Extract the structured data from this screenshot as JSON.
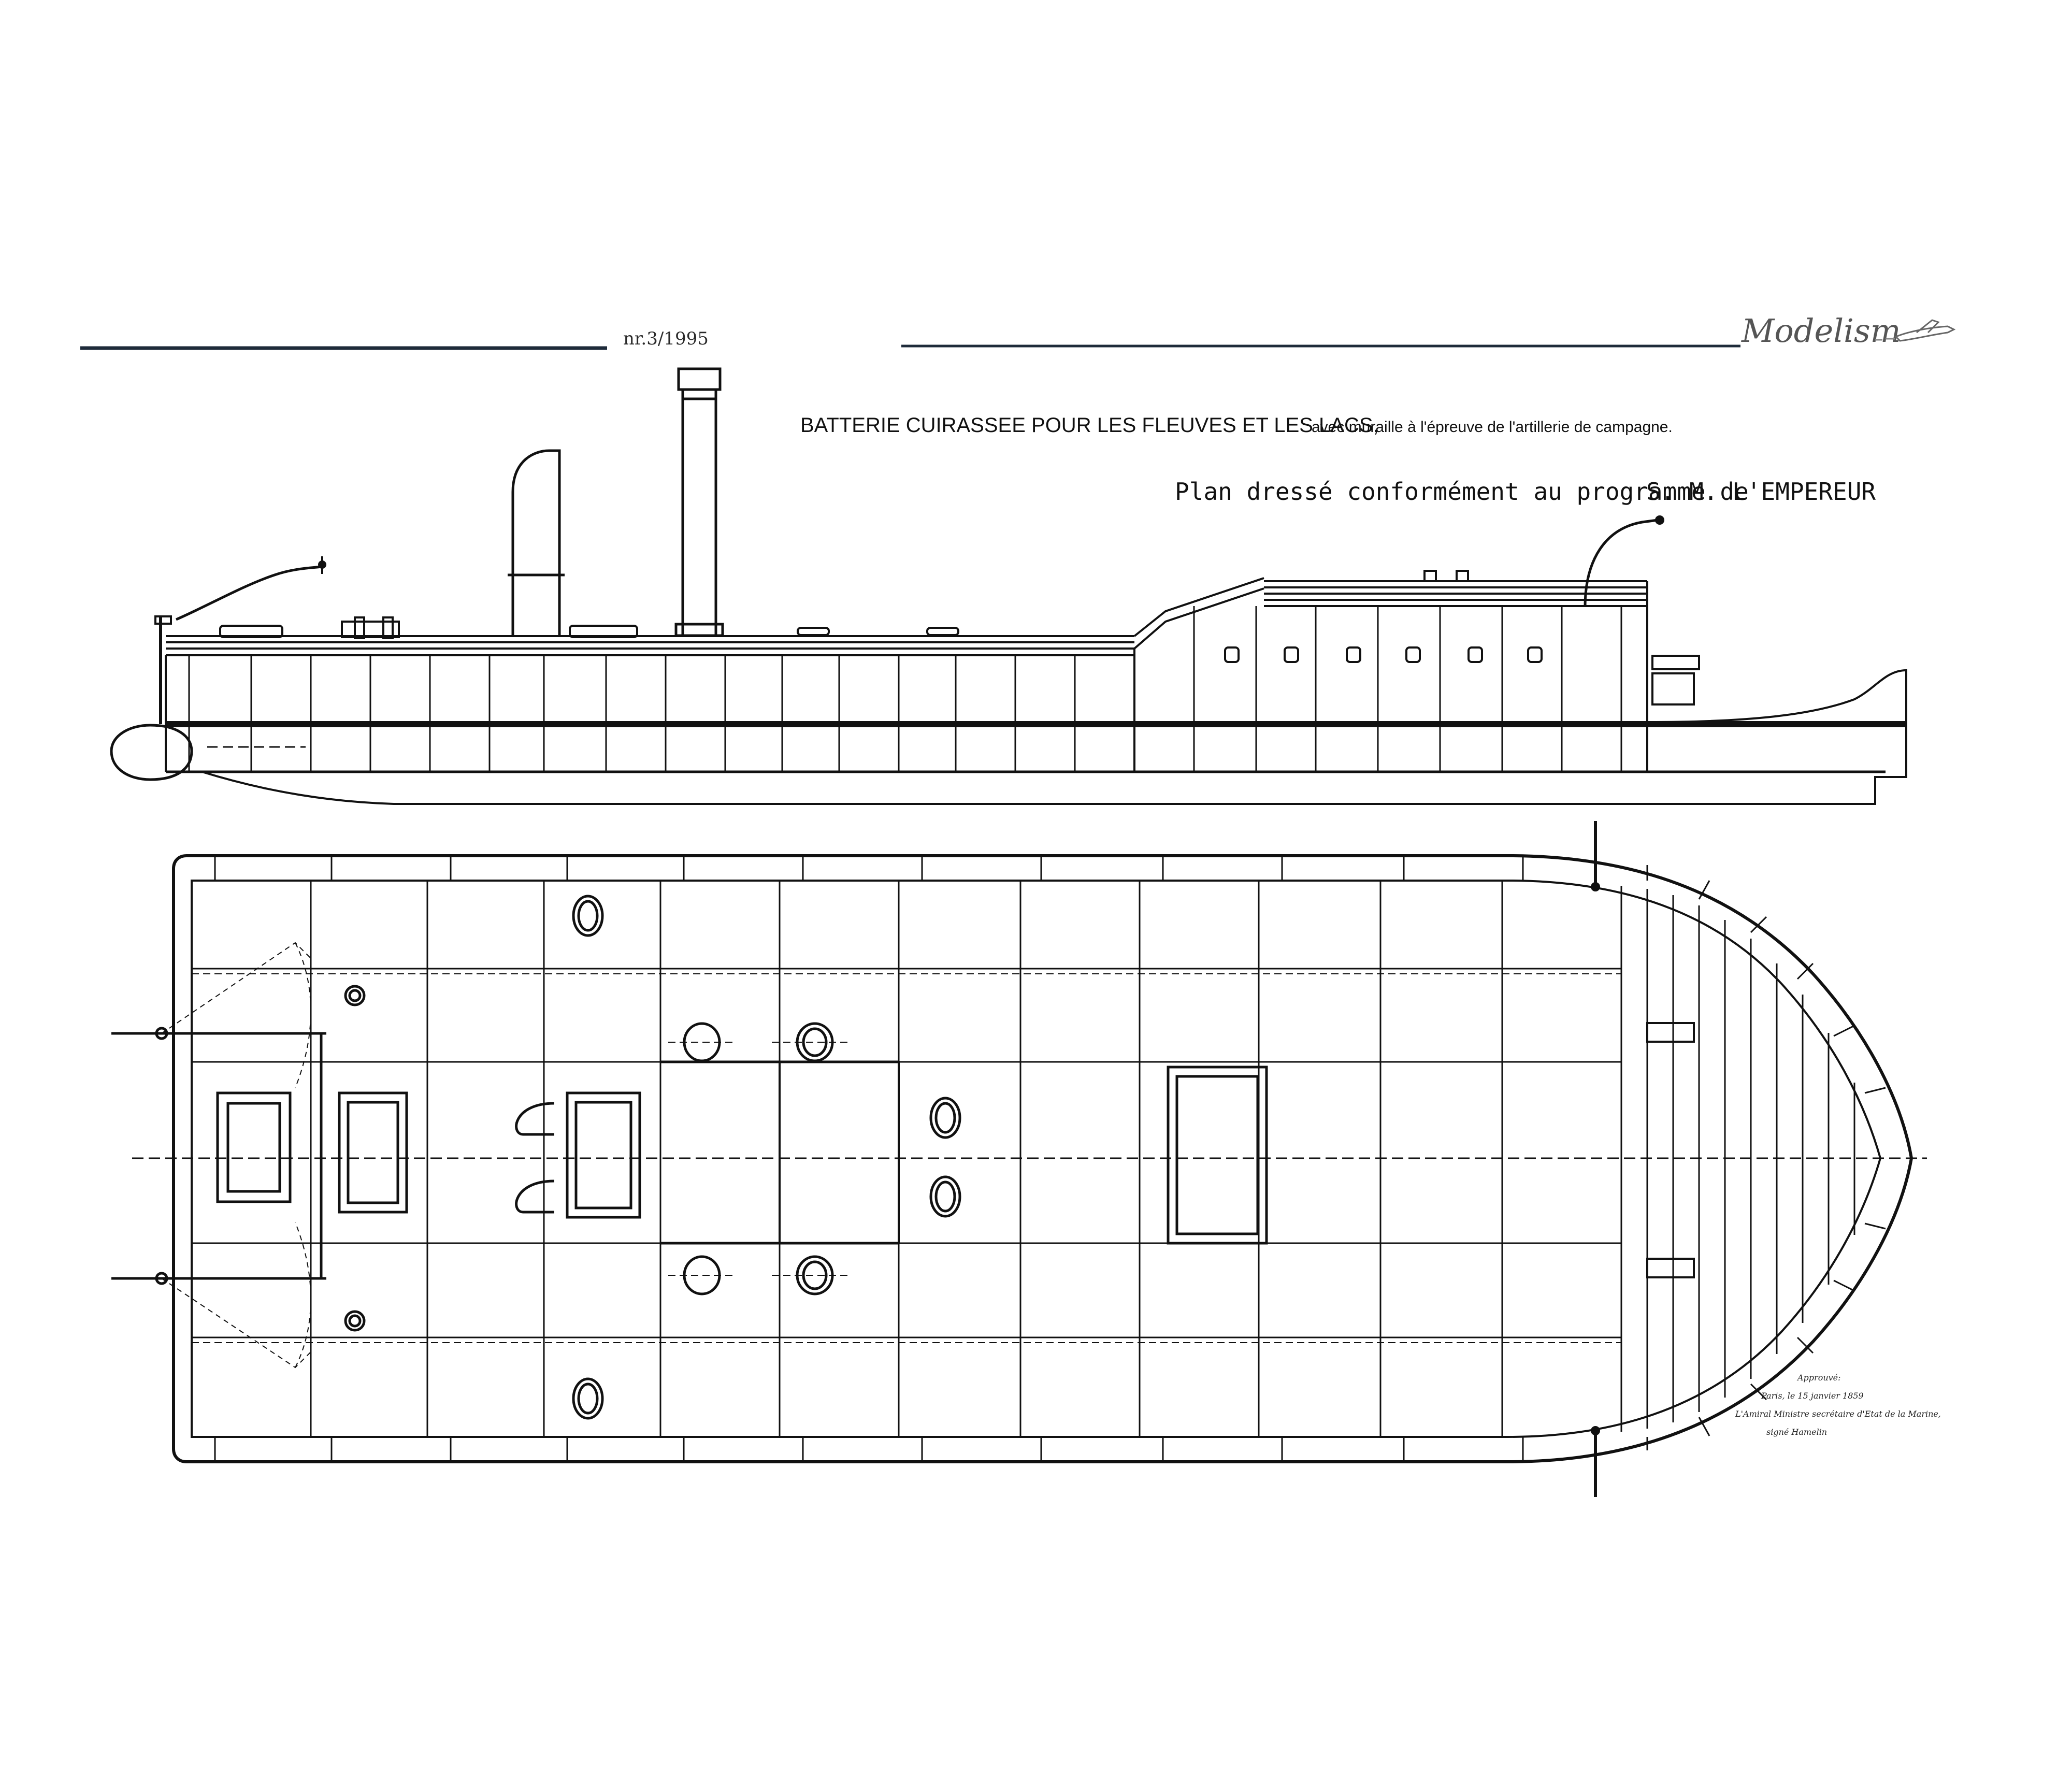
{
  "header": {
    "issue": "nr.3/1995",
    "logo": "Modelism"
  },
  "title": {
    "main": "BATTERIE CUIRASSEE POUR LES FLEUVES ET LES LACS,",
    "sub": "avec muraille à l'épreuve de l'artillerie de campagne."
  },
  "plan_note": {
    "prefix": "Plan dressé conformément au programme de",
    "emperor": "S. M. L'EMPEREUR"
  },
  "approval": {
    "lines": [
      "Approuvé:",
      "Paris, le 15 janvier 1859",
      "L'Amiral Ministre secrétaire d'Etat de la Marine,",
      "signé Hamelin"
    ]
  },
  "icons": {
    "logo_mark": "airplane-icon"
  },
  "colors": {
    "ink": "#111111",
    "paper": "#ffffff"
  }
}
